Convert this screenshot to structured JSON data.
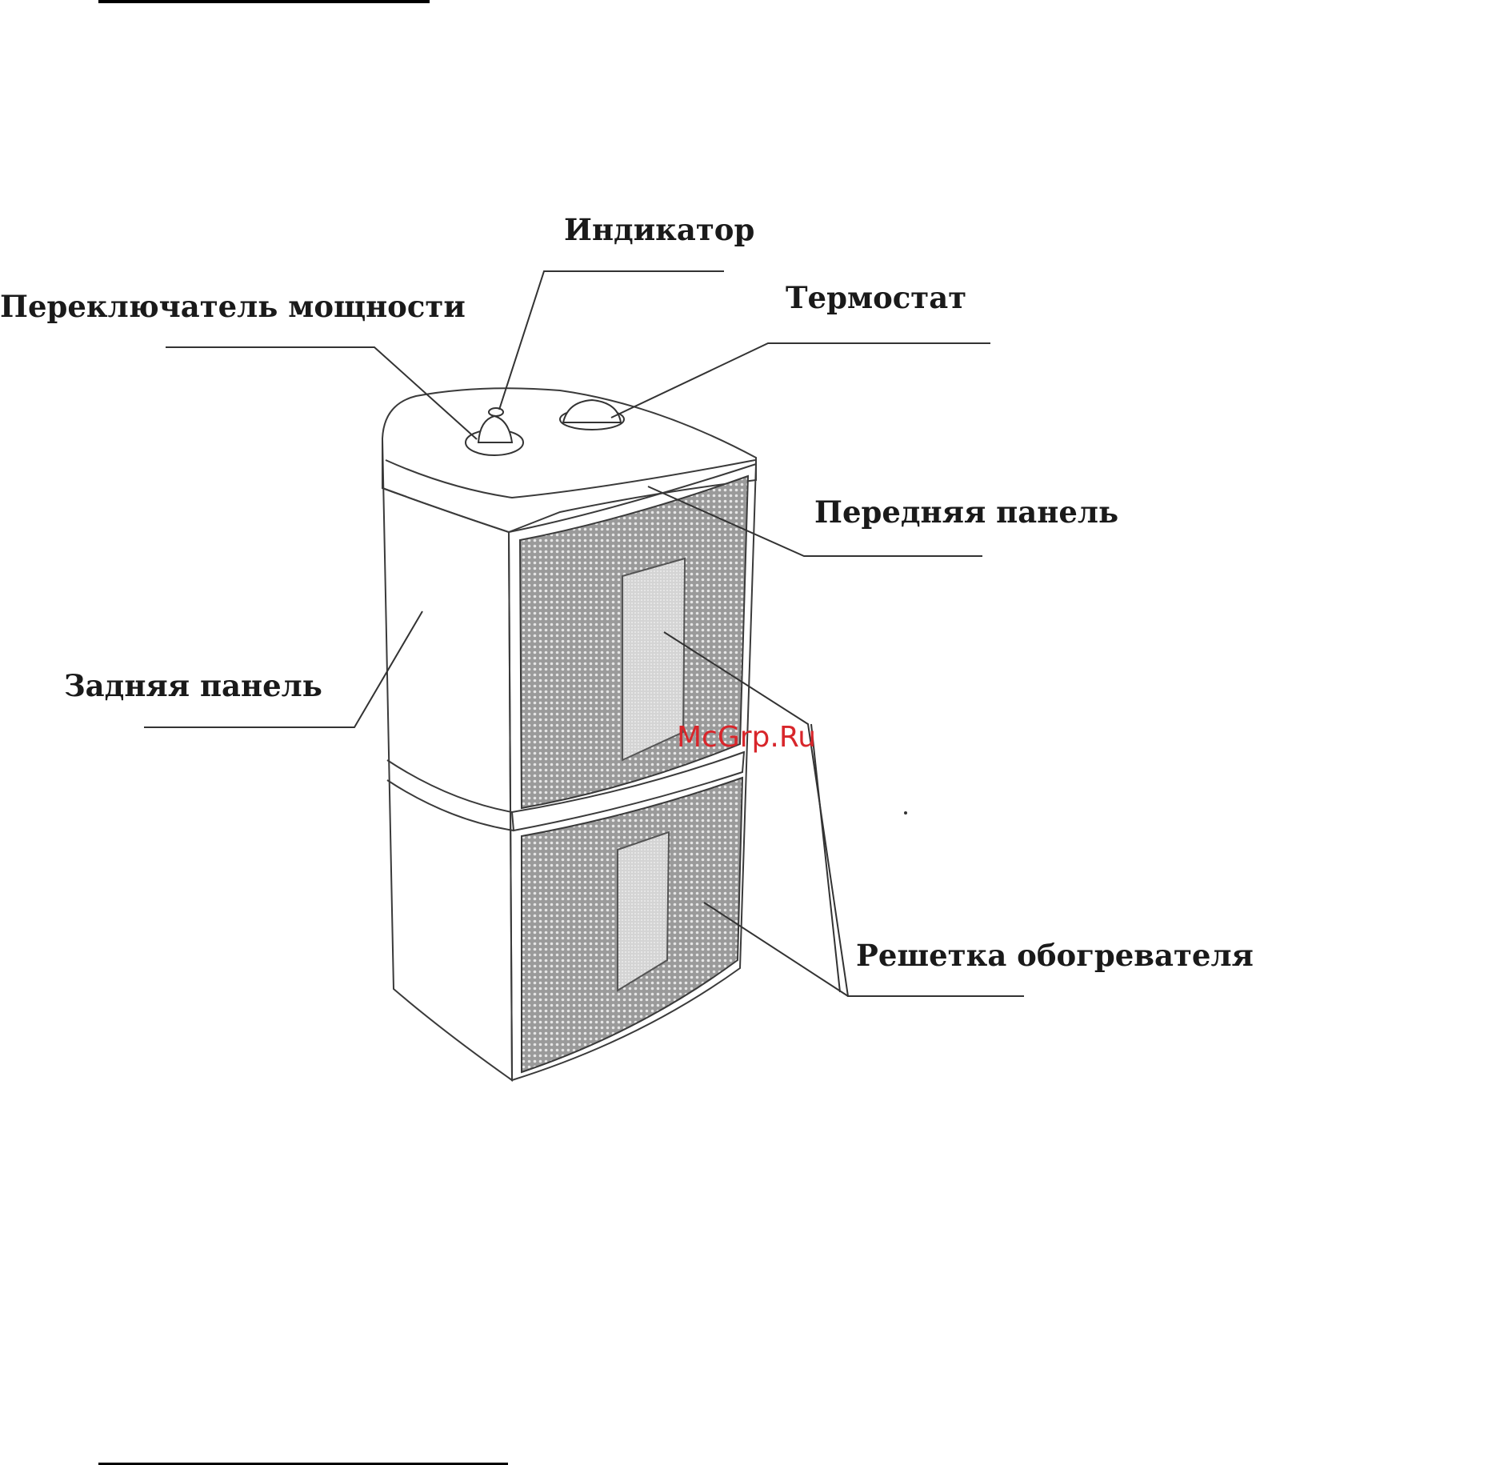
{
  "labels": {
    "indicator": "Индикатор",
    "power_switch": "Переключатель мощности",
    "thermostat": "Термостат",
    "front_panel": "Передняя панель",
    "back_panel": "Задняя панель",
    "heater_grille": "Решетка обогревателя"
  },
  "watermark": "McGrp.Ru",
  "colors": {
    "grille": "#8c8c8c",
    "window": "#d9d9d9",
    "watermark": "#d8262b"
  }
}
